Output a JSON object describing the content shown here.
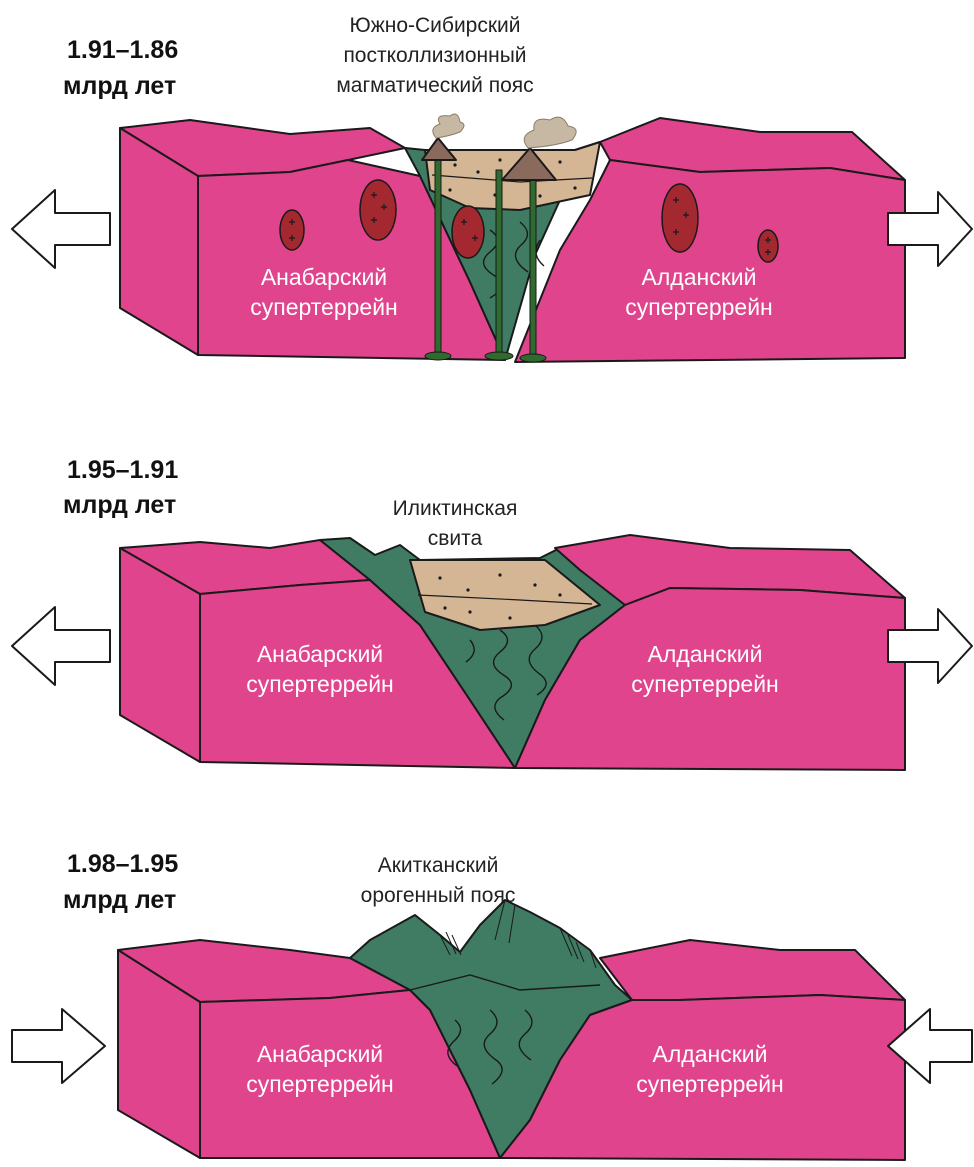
{
  "colors": {
    "terrane": "#e0448c",
    "orogen": "#3f7c63",
    "sediment": "#d4b594",
    "granite": "#a3282f",
    "dyke": "#2f6b2f",
    "smoke": "#c7b8a4",
    "arrow_fill": "#ffffff"
  },
  "icons": [
    "arrow-outline-icon",
    "volcano-icon",
    "granite-pluton-icon"
  ],
  "stages": [
    {
      "age_range": "1.91–1.86",
      "age_unit": "млрд лет",
      "feature_label": [
        "Южно-Сибирский",
        "постколлизионный",
        "магматический пояс"
      ],
      "left_block": [
        "Анабарский",
        "супертеррейн"
      ],
      "right_block": [
        "Алданский",
        "супертеррейн"
      ],
      "motion": "extension"
    },
    {
      "age_range": "1.95–1.91",
      "age_unit": "млрд лет",
      "feature_label": [
        "Иликтинская",
        "свита"
      ],
      "left_block": [
        "Анабарский",
        "супертеррейн"
      ],
      "right_block": [
        "Алданский",
        "супертеррейн"
      ],
      "motion": "extension"
    },
    {
      "age_range": "1.98–1.95",
      "age_unit": "млрд лет",
      "feature_label": [
        "Акитканский",
        "орогенный пояс"
      ],
      "left_block": [
        "Анабарский",
        "супертеррейн"
      ],
      "right_block": [
        "Алданский",
        "супертеррейн"
      ],
      "motion": "compression"
    }
  ]
}
